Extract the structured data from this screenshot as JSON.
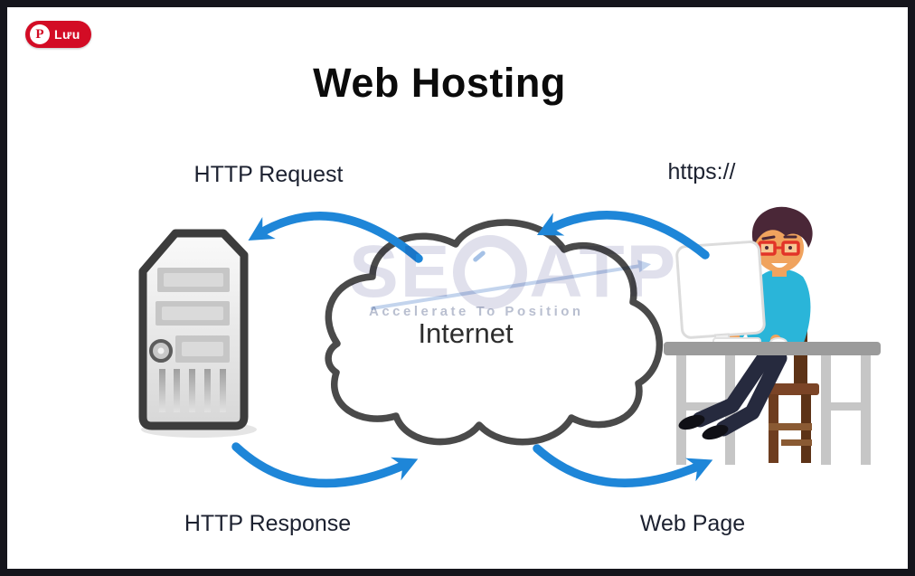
{
  "frame": {
    "border_color": "#15151c",
    "background": "#ffffff"
  },
  "pin_button": {
    "label": "Lưu",
    "color": "#d30c25",
    "icon": "pinterest-logo"
  },
  "title": {
    "text": "Web Hosting"
  },
  "labels": {
    "http_request": "HTTP Request",
    "https": "https://",
    "http_response": "HTTP Response",
    "web_page": "Web Page"
  },
  "cloud": {
    "label": "Internet",
    "outline_color": "#4a4a4a"
  },
  "watermark": {
    "brand_prefix": "SE",
    "brand_suffix": "ATP",
    "tagline": "Accelerate To Position",
    "color": "#d9d9e8"
  },
  "nodes": [
    {
      "id": "server",
      "icon": "server-tower-icon",
      "side": "left"
    },
    {
      "id": "internet",
      "icon": "cloud-icon",
      "label": "Internet",
      "side": "center"
    },
    {
      "id": "user",
      "icon": "person-at-computer-icon",
      "side": "right"
    }
  ],
  "arrows": {
    "color": "#1e86d8",
    "items": [
      {
        "label": "HTTP Request",
        "from": "internet",
        "to": "server",
        "position": "top-left"
      },
      {
        "label": "https://",
        "from": "user",
        "to": "internet",
        "position": "top-right"
      },
      {
        "label": "HTTP Response",
        "from": "server",
        "to": "internet",
        "position": "bottom-left"
      },
      {
        "label": "Web Page",
        "from": "internet",
        "to": "user",
        "position": "bottom-right"
      }
    ]
  },
  "colors": {
    "arrow_blue": "#1e86d8",
    "server_outline": "#3c3c3c",
    "shirt_teal": "#2ab5d9",
    "chair_brown": "#7b4426",
    "glasses_red": "#e23428",
    "desk_gray": "#9b9b9b"
  }
}
